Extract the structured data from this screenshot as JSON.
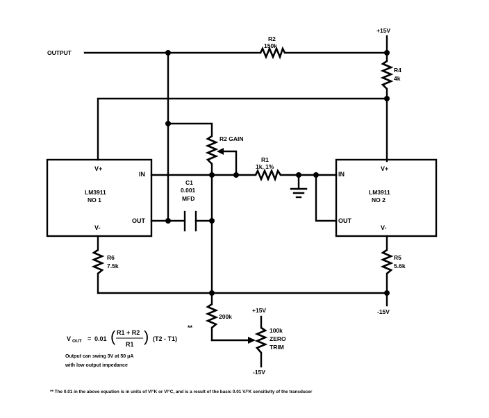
{
  "diagram": {
    "output_label": "OUTPUT",
    "supply_pos": "+15V",
    "supply_neg": "-15V",
    "r2_fixed": {
      "name": "R2",
      "value": "150k"
    },
    "r4": {
      "name": "R4",
      "value": "4k"
    },
    "r2_gain": {
      "label": "R2 GAIN"
    },
    "r1": {
      "name": "R1",
      "value": "1k, 1%"
    },
    "c1": {
      "name": "C1",
      "value": "0.001",
      "unit": "MFD"
    },
    "r6": {
      "name": "R6",
      "value": "7.5k"
    },
    "r5": {
      "name": "R5",
      "value": "5.6k"
    },
    "r_200k": {
      "value": "200k"
    },
    "zero_trim": {
      "value": "100k",
      "line1": "ZERO",
      "line2": "TRIM",
      "top": "+15V",
      "bottom": "-15V"
    },
    "ic1": {
      "name": "LM3911",
      "sub": "NO 1",
      "vplus": "V+",
      "vminus": "V-",
      "pin_in": "IN",
      "pin_out": "OUT"
    },
    "ic2": {
      "name": "LM3911",
      "sub": "NO 2",
      "vplus": "V+",
      "vminus": "V-",
      "pin_in": "IN",
      "pin_out": "OUT"
    },
    "equation": {
      "lhs": "V",
      "lhs_sub": "OUT",
      "equals": "=",
      "coef": "0.01",
      "num": "R1 + R2",
      "den": "R1",
      "temp": "(T2 - T1)",
      "star": "**"
    },
    "note_line1": "Output can swing 3V at 50 μA",
    "note_line2": "with low output impedance",
    "footnote": "** The 0.01 in the above equation is in units of V/°K or V/°C, and is a result of the basic 0.01 V/°K sensitivity of the transducer"
  }
}
